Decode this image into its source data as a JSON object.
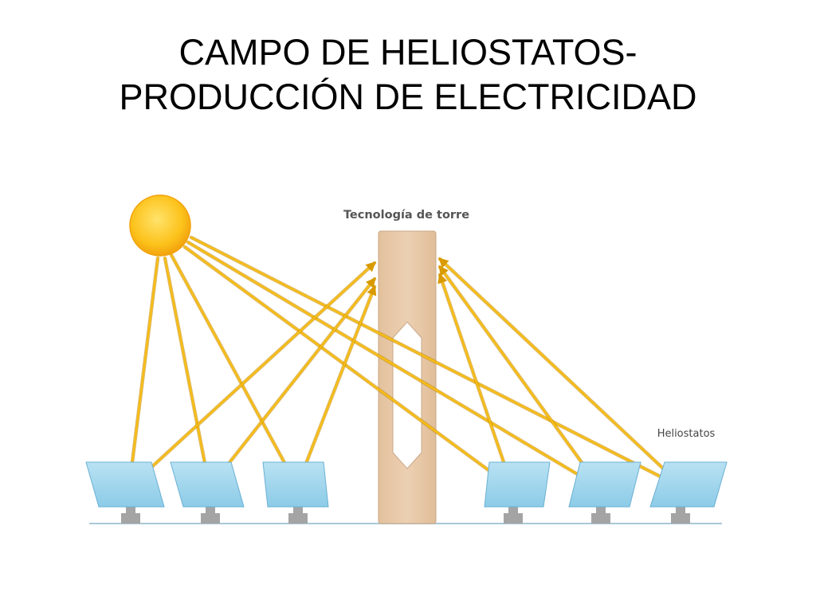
{
  "slide": {
    "title_line1": "CAMPO DE HELIOSTATOS-",
    "title_line2": "PRODUCCIÓN DE ELECTRICIDAD"
  },
  "diagram": {
    "tower_label": "Tecnología de torre",
    "heliostats_label": "Heliostatos",
    "colors": {
      "sun_fill": "#fcc21b",
      "sun_edge": "#f2a20c",
      "ray": "#f0b000",
      "ray_outline": "#c88a00",
      "tower": "#e8c9a8",
      "tower_edge": "#c9a888",
      "panel": "#9fd4ec",
      "panel_edge": "#6ab0d4",
      "ground": "#a9c9d6",
      "post": "#a4a4a4"
    }
  }
}
